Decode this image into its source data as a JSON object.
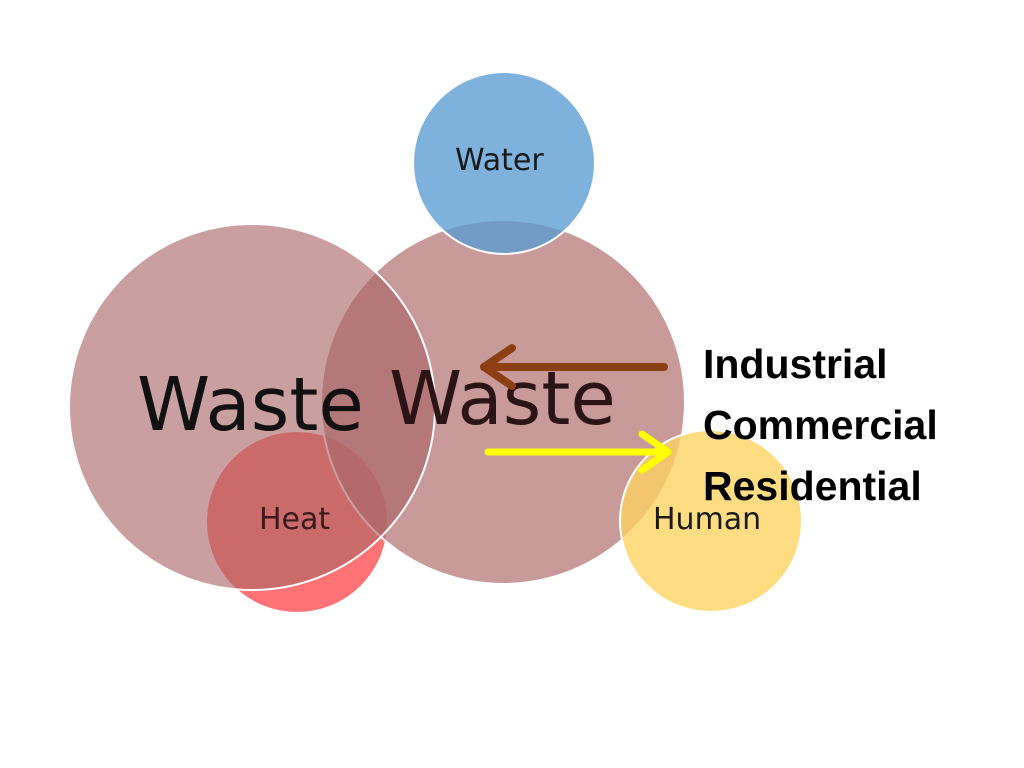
{
  "diagram": {
    "nodes": [
      {
        "id": "water",
        "label": "Water",
        "color": "#6fa8d8"
      },
      {
        "id": "waste-right",
        "label": "Waste",
        "color": "#c08d8d"
      },
      {
        "id": "waste-left",
        "label": "Waste",
        "color": "#b98080"
      },
      {
        "id": "heat",
        "label": "Heat",
        "color": "#d4454b"
      },
      {
        "id": "human",
        "label": "Human",
        "color": "#fdd56e"
      }
    ],
    "sectors": [
      "Industrial",
      "Commercial",
      "Residential"
    ],
    "arrows": [
      {
        "id": "inflow",
        "color": "#8b3f12"
      },
      {
        "id": "outflow",
        "color": "#ffff00"
      }
    ]
  }
}
